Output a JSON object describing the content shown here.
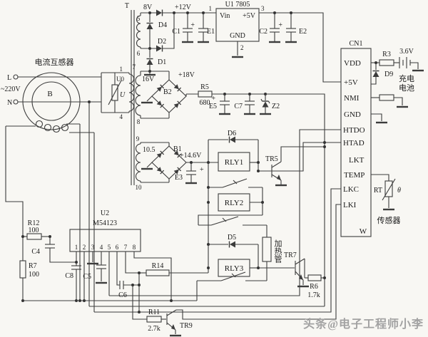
{
  "mains": {
    "l": "L",
    "voltage": "~220V",
    "n": "N"
  },
  "current_transformer": {
    "label": "电流互感器",
    "ref": "B"
  },
  "varistor": {
    "ref": "U0",
    "symbol": "U"
  },
  "transformer": {
    "ref": "T",
    "primary_pins": [
      "1",
      "4"
    ],
    "sec1": {
      "pins": [
        "5",
        "6"
      ],
      "voltage": "8V"
    },
    "sec2": {
      "pins": [
        "7",
        "8"
      ],
      "voltage": "16V"
    },
    "sec3": {
      "pins": [
        "9",
        "10"
      ],
      "voltage": "10.5"
    }
  },
  "rails": {
    "v12": "+12V",
    "v18": "+18V",
    "v146": "+14.6V"
  },
  "regulator": {
    "ref": "U1 7805",
    "vin": "Vin",
    "vout": "+5V",
    "gnd": "GND",
    "pin_in": "1",
    "pin_out": "3",
    "pin_gnd": "2"
  },
  "diodes": {
    "d1": "D1",
    "d2": "D2",
    "d4": "D4",
    "d5": "D5",
    "d6": "D6",
    "d9": "D9",
    "z2": "Z2"
  },
  "bridges": {
    "b1": "B1",
    "b2": "B2"
  },
  "capacitors": {
    "c1": "C1",
    "e1": "E1",
    "c2": "C2",
    "e2": "E2",
    "e5": "E5",
    "c7": "C7",
    "e3": "E3",
    "c4": "C4",
    "c5": "C5",
    "c6": "C6",
    "c8": "C8"
  },
  "resistors": {
    "r3": "R3",
    "r5": "R5",
    "r5_val": "680",
    "r6": "R6",
    "r6_val": "1.7k",
    "r7": "R7",
    "r7_val": "100",
    "r11": "R11",
    "r11_val": "2.7k",
    "r12": "R12",
    "r12_val": "100",
    "r14": "R14"
  },
  "relays": {
    "rly1": "RLY1",
    "rly2": "RLY2",
    "rly3": "RLY3"
  },
  "transistors": {
    "tr5": "TR5",
    "tr7": "TR7",
    "tr9": "TR9"
  },
  "heater": {
    "label": "加热管"
  },
  "connector": {
    "ref": "CN1",
    "pins": [
      "VDD",
      "+5V",
      "NMI",
      "GND",
      "HTDO",
      "HTAD",
      "LKT",
      "TEMP",
      "LKC",
      "LKI"
    ],
    "bottom": "W"
  },
  "battery": {
    "voltage": "3.6V",
    "lines": [
      "充电",
      "电池"
    ]
  },
  "thermistor": {
    "ref": "RT",
    "theta": "θ",
    "label": "传感器"
  },
  "controller": {
    "ref": "U2",
    "part": "M54123",
    "pins": [
      "1",
      "2",
      "3",
      "4",
      "5",
      "6",
      "7",
      "8"
    ]
  },
  "symbols": {
    "plus": "+"
  },
  "watermark": "头条@电子工程师小李"
}
